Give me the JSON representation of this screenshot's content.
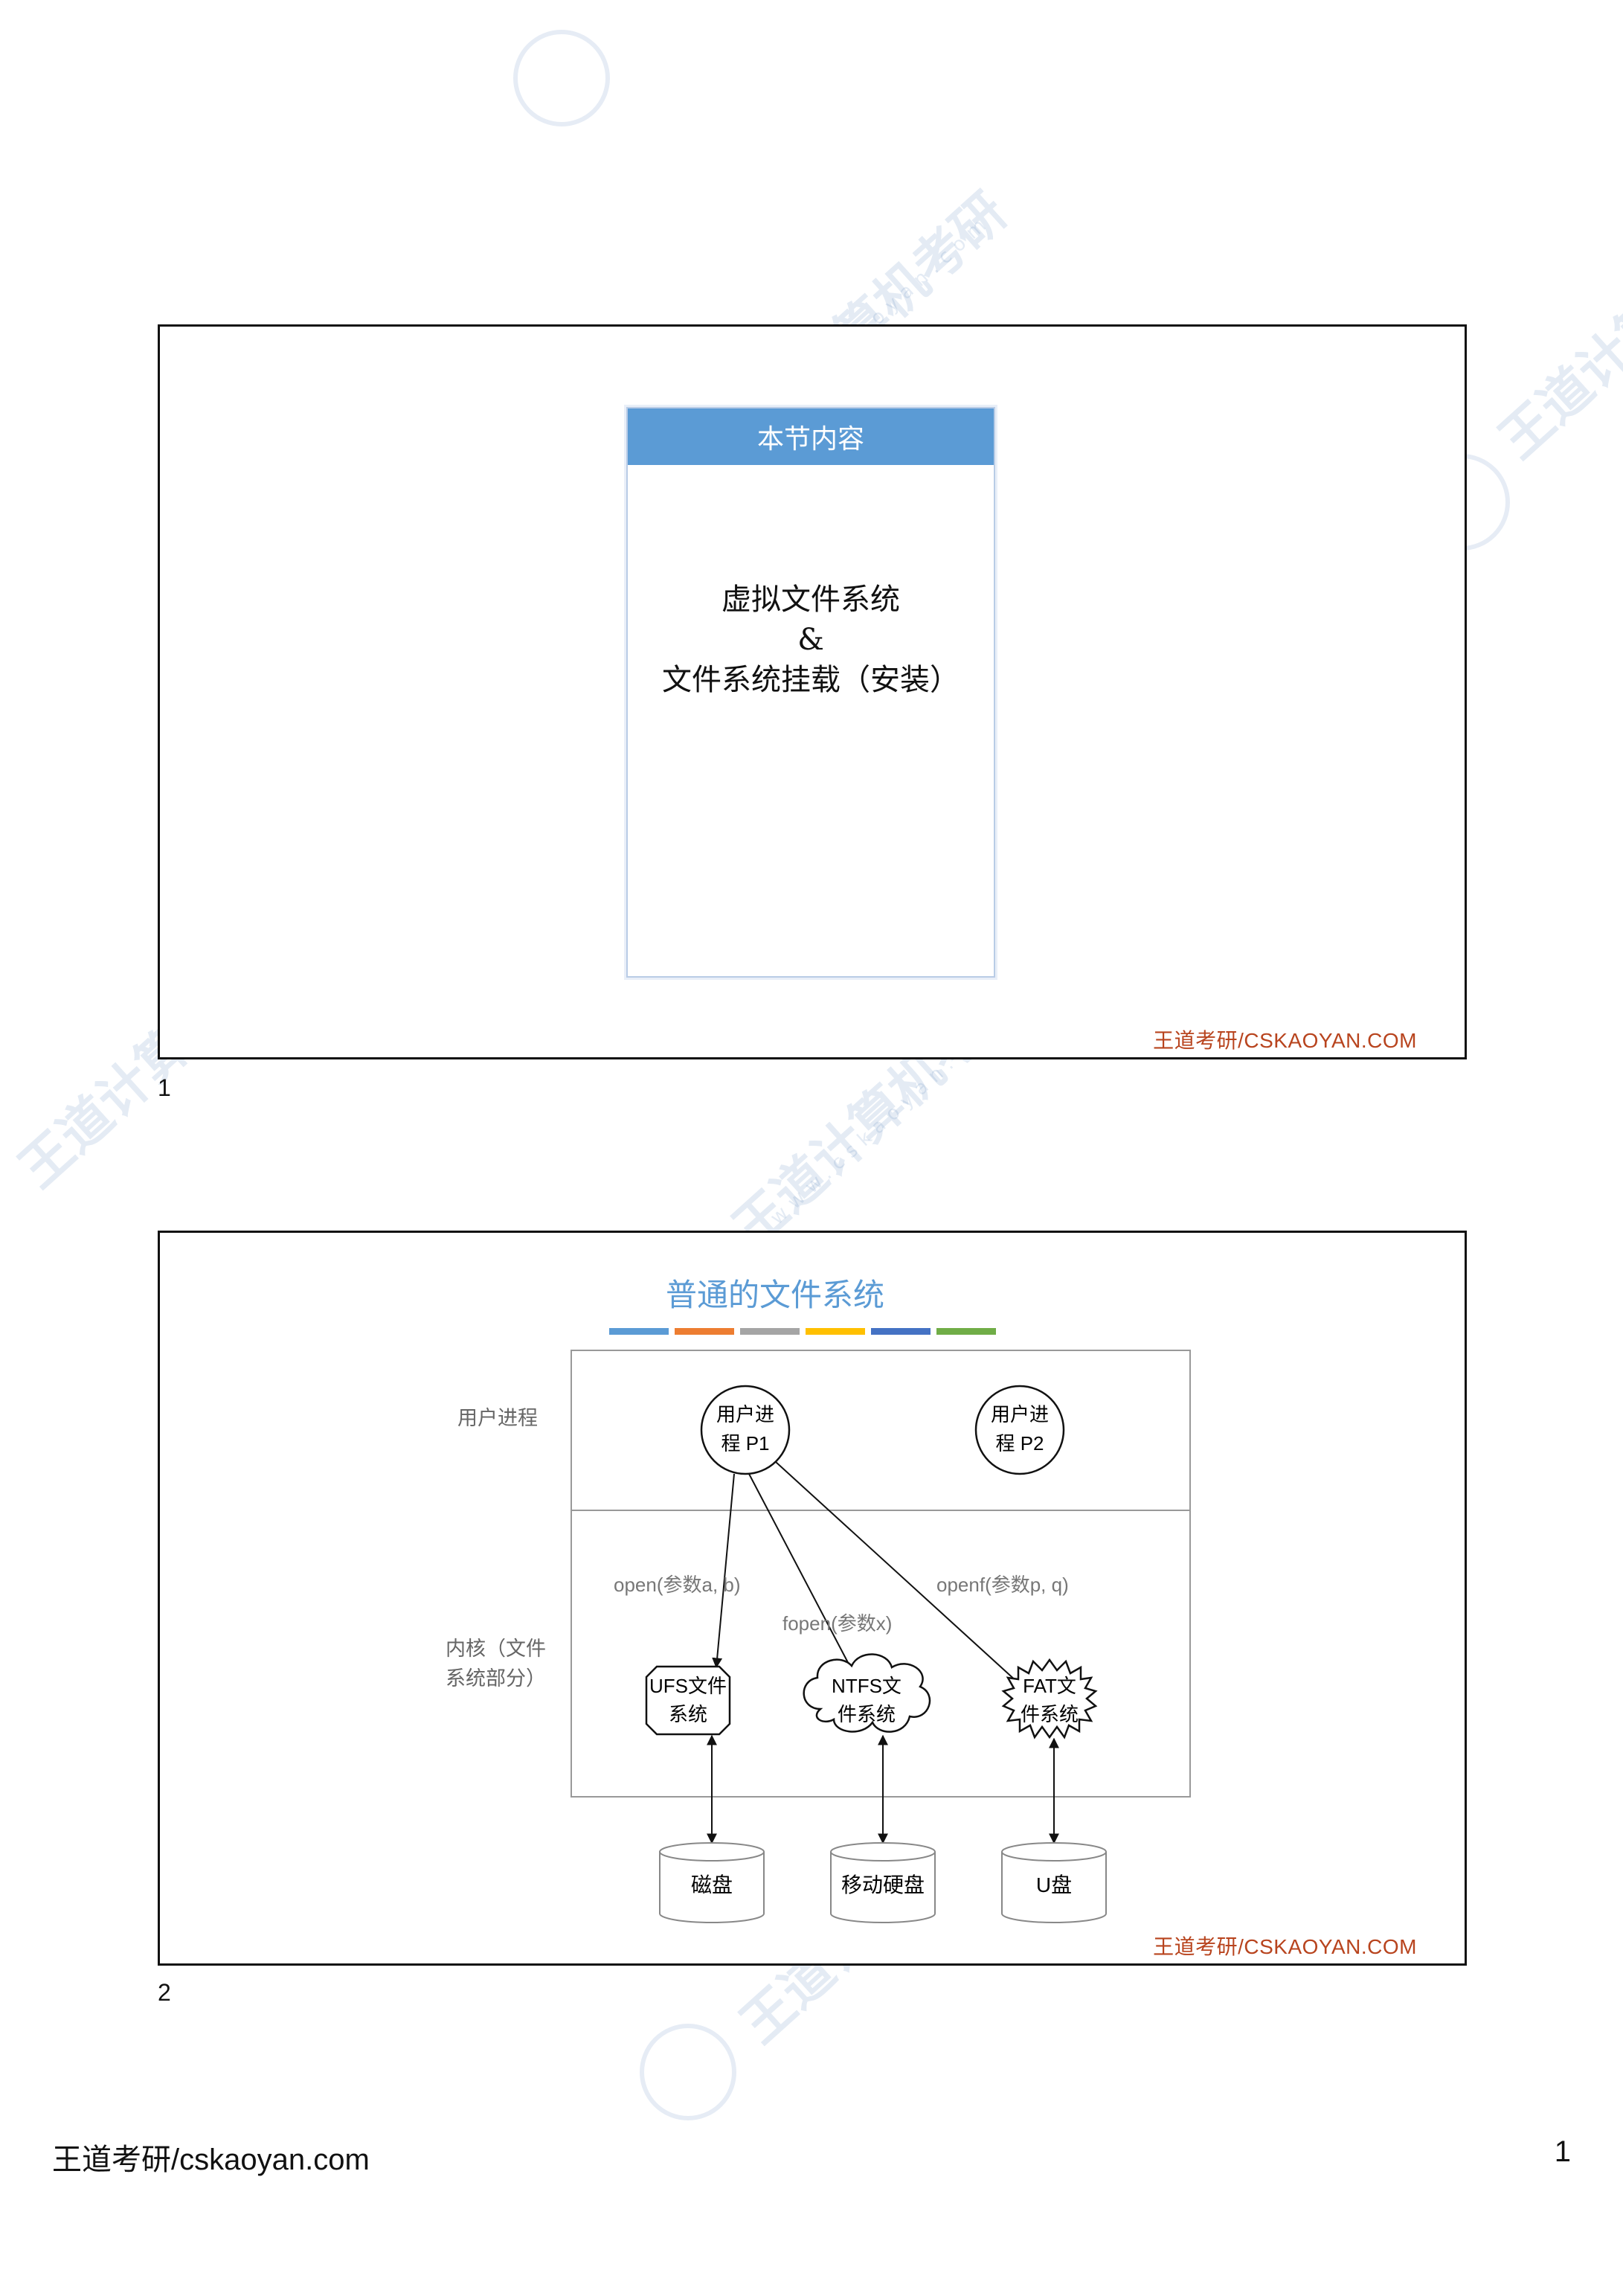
{
  "slide1": {
    "number": "1",
    "card_title": "本节内容",
    "card_lines": [
      "虚拟文件系统",
      "&",
      "文件系统挂载（安装）"
    ],
    "brand": "王道考研/CSKAOYAN.COM"
  },
  "slide2": {
    "number": "2",
    "title": "普通的文件系统",
    "strip_colors": [
      "#5b9bd5",
      "#ed7d31",
      "#a5a5a5",
      "#ffc000",
      "#4472c4",
      "#70ad47"
    ],
    "labels": {
      "user_process": "用户进程",
      "kernel_line1": "内核（文件",
      "kernel_line2": "系统部分）"
    },
    "processes": [
      {
        "line1": "用户进",
        "line2": "程 P1"
      },
      {
        "line1": "用户进",
        "line2": "程 P2"
      }
    ],
    "calls": {
      "open": "open(参数a, b)",
      "fopen": "fopen(参数x)",
      "openf": "openf(参数p, q)"
    },
    "filesystems": [
      {
        "line1": "UFS文件",
        "line2": "系统"
      },
      {
        "line1": "NTFS文",
        "line2": "件系统"
      },
      {
        "line1": "FAT文",
        "line2": "件系统"
      }
    ],
    "disks": [
      "磁盘",
      "移动硬盘",
      "U盘"
    ],
    "brand": "王道考研/CSKAOYAN.COM"
  },
  "page": {
    "footer_text": "王道考研/cskaoyan.com",
    "number": "1"
  },
  "watermark": {
    "text": "王道计算机考研",
    "sub": "www.cskaoyan.com"
  }
}
